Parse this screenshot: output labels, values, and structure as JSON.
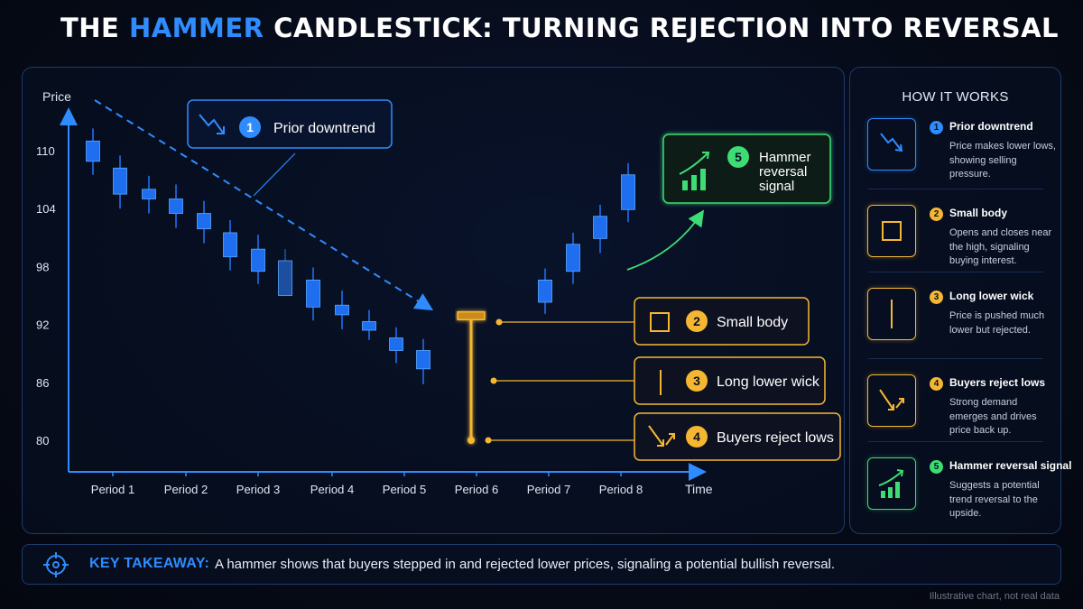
{
  "title": {
    "before": "THE ",
    "highlight": "HAMMER",
    "after": " CANDLESTICK: TURNING REJECTION INTO REVERSAL"
  },
  "chart_data": {
    "type": "candlestick",
    "title": "",
    "xlabel": "Time",
    "ylabel": "Price",
    "y_ticks": [
      80,
      86,
      92,
      98,
      104,
      110
    ],
    "ylim": [
      77,
      115
    ],
    "categories": [
      "Period 1",
      "Period 2",
      "Period 3",
      "Period 4",
      "Period 5",
      "Period 6",
      "Period 7",
      "Period 8"
    ],
    "downtrend_candles": [
      {
        "o": 111.0,
        "c": 108.9,
        "h": 112.3,
        "l": 107.5
      },
      {
        "o": 108.2,
        "c": 105.5,
        "h": 109.5,
        "l": 104.0
      },
      {
        "o": 106.0,
        "c": 105.0,
        "h": 107.4,
        "l": 103.5
      },
      {
        "o": 105.0,
        "c": 103.5,
        "h": 106.5,
        "l": 102.0
      },
      {
        "o": 103.5,
        "c": 101.9,
        "h": 104.8,
        "l": 100.4
      },
      {
        "o": 101.5,
        "c": 99.0,
        "h": 102.8,
        "l": 97.6
      },
      {
        "o": 99.8,
        "c": 97.5,
        "h": 101.3,
        "l": 96.2
      },
      {
        "o": 98.6,
        "c": 95.0,
        "h": 99.8,
        "l": 95.0
      },
      {
        "o": 96.6,
        "c": 93.8,
        "h": 97.9,
        "l": 92.4
      },
      {
        "o": 94.0,
        "c": 93.0,
        "h": 95.5,
        "l": 91.5
      },
      {
        "o": 92.3,
        "c": 91.4,
        "h": 93.5,
        "l": 90.4
      },
      {
        "o": 90.6,
        "c": 89.3,
        "h": 91.7,
        "l": 88.0
      },
      {
        "o": 89.3,
        "c": 87.4,
        "h": 90.5,
        "l": 85.8
      }
    ],
    "hammer": {
      "o": 92.5,
      "c": 93.3,
      "h": 93.3,
      "l": 80.0
    },
    "uptrend_candles": [
      {
        "o": 94.3,
        "c": 96.6,
        "h": 97.8,
        "l": 93.1
      },
      {
        "o": 97.5,
        "c": 100.3,
        "h": 101.5,
        "l": 96.2
      },
      {
        "o": 100.9,
        "c": 103.2,
        "h": 104.4,
        "l": 99.4
      },
      {
        "o": 103.9,
        "c": 107.5,
        "h": 108.7,
        "l": 102.6
      }
    ],
    "annotations": [
      {
        "num": "1",
        "label": "Prior downtrend"
      },
      {
        "num": "2",
        "label": "Small body"
      },
      {
        "num": "3",
        "label": "Long lower wick"
      },
      {
        "num": "4",
        "label": "Buyers reject lows"
      },
      {
        "num": "5",
        "label": "Hammer reversal signal"
      }
    ]
  },
  "how_it_works": {
    "title": "HOW IT WORKS",
    "steps": [
      {
        "num": "1",
        "title": "Prior downtrend",
        "desc": "Price makes lower lows, showing selling pressure.",
        "color": "#2f8cff",
        "icon": "downtrend-icon"
      },
      {
        "num": "2",
        "title": "Small body",
        "desc": "Opens and closes near the high, signaling buying interest.",
        "color": "#f5b732",
        "icon": "square-icon"
      },
      {
        "num": "3",
        "title": "Long lower wick",
        "desc": "Price is pushed much lower but rejected.",
        "color": "#f5b732",
        "icon": "wick-icon"
      },
      {
        "num": "4",
        "title": "Buyers reject lows",
        "desc": "Strong demand emerges and drives price back up.",
        "color": "#f5b732",
        "icon": "reject-arrows-icon"
      },
      {
        "num": "5",
        "title": "Hammer reversal signal",
        "desc": "Suggests a potential trend reversal to the upside.",
        "color": "#3ddc74",
        "icon": "bullish-chart-icon"
      }
    ]
  },
  "takeaway": {
    "label": "KEY TAKEAWAY:",
    "text": "A hammer shows that buyers stepped in and rejected lower prices, signaling a potential bullish reversal.",
    "icon": "target-icon"
  },
  "footnote": "Illustrative chart, not real data",
  "colors": {
    "blue": "#2f8cff",
    "gold": "#f5b732",
    "green": "#3ddc74",
    "background": "#060b18"
  }
}
